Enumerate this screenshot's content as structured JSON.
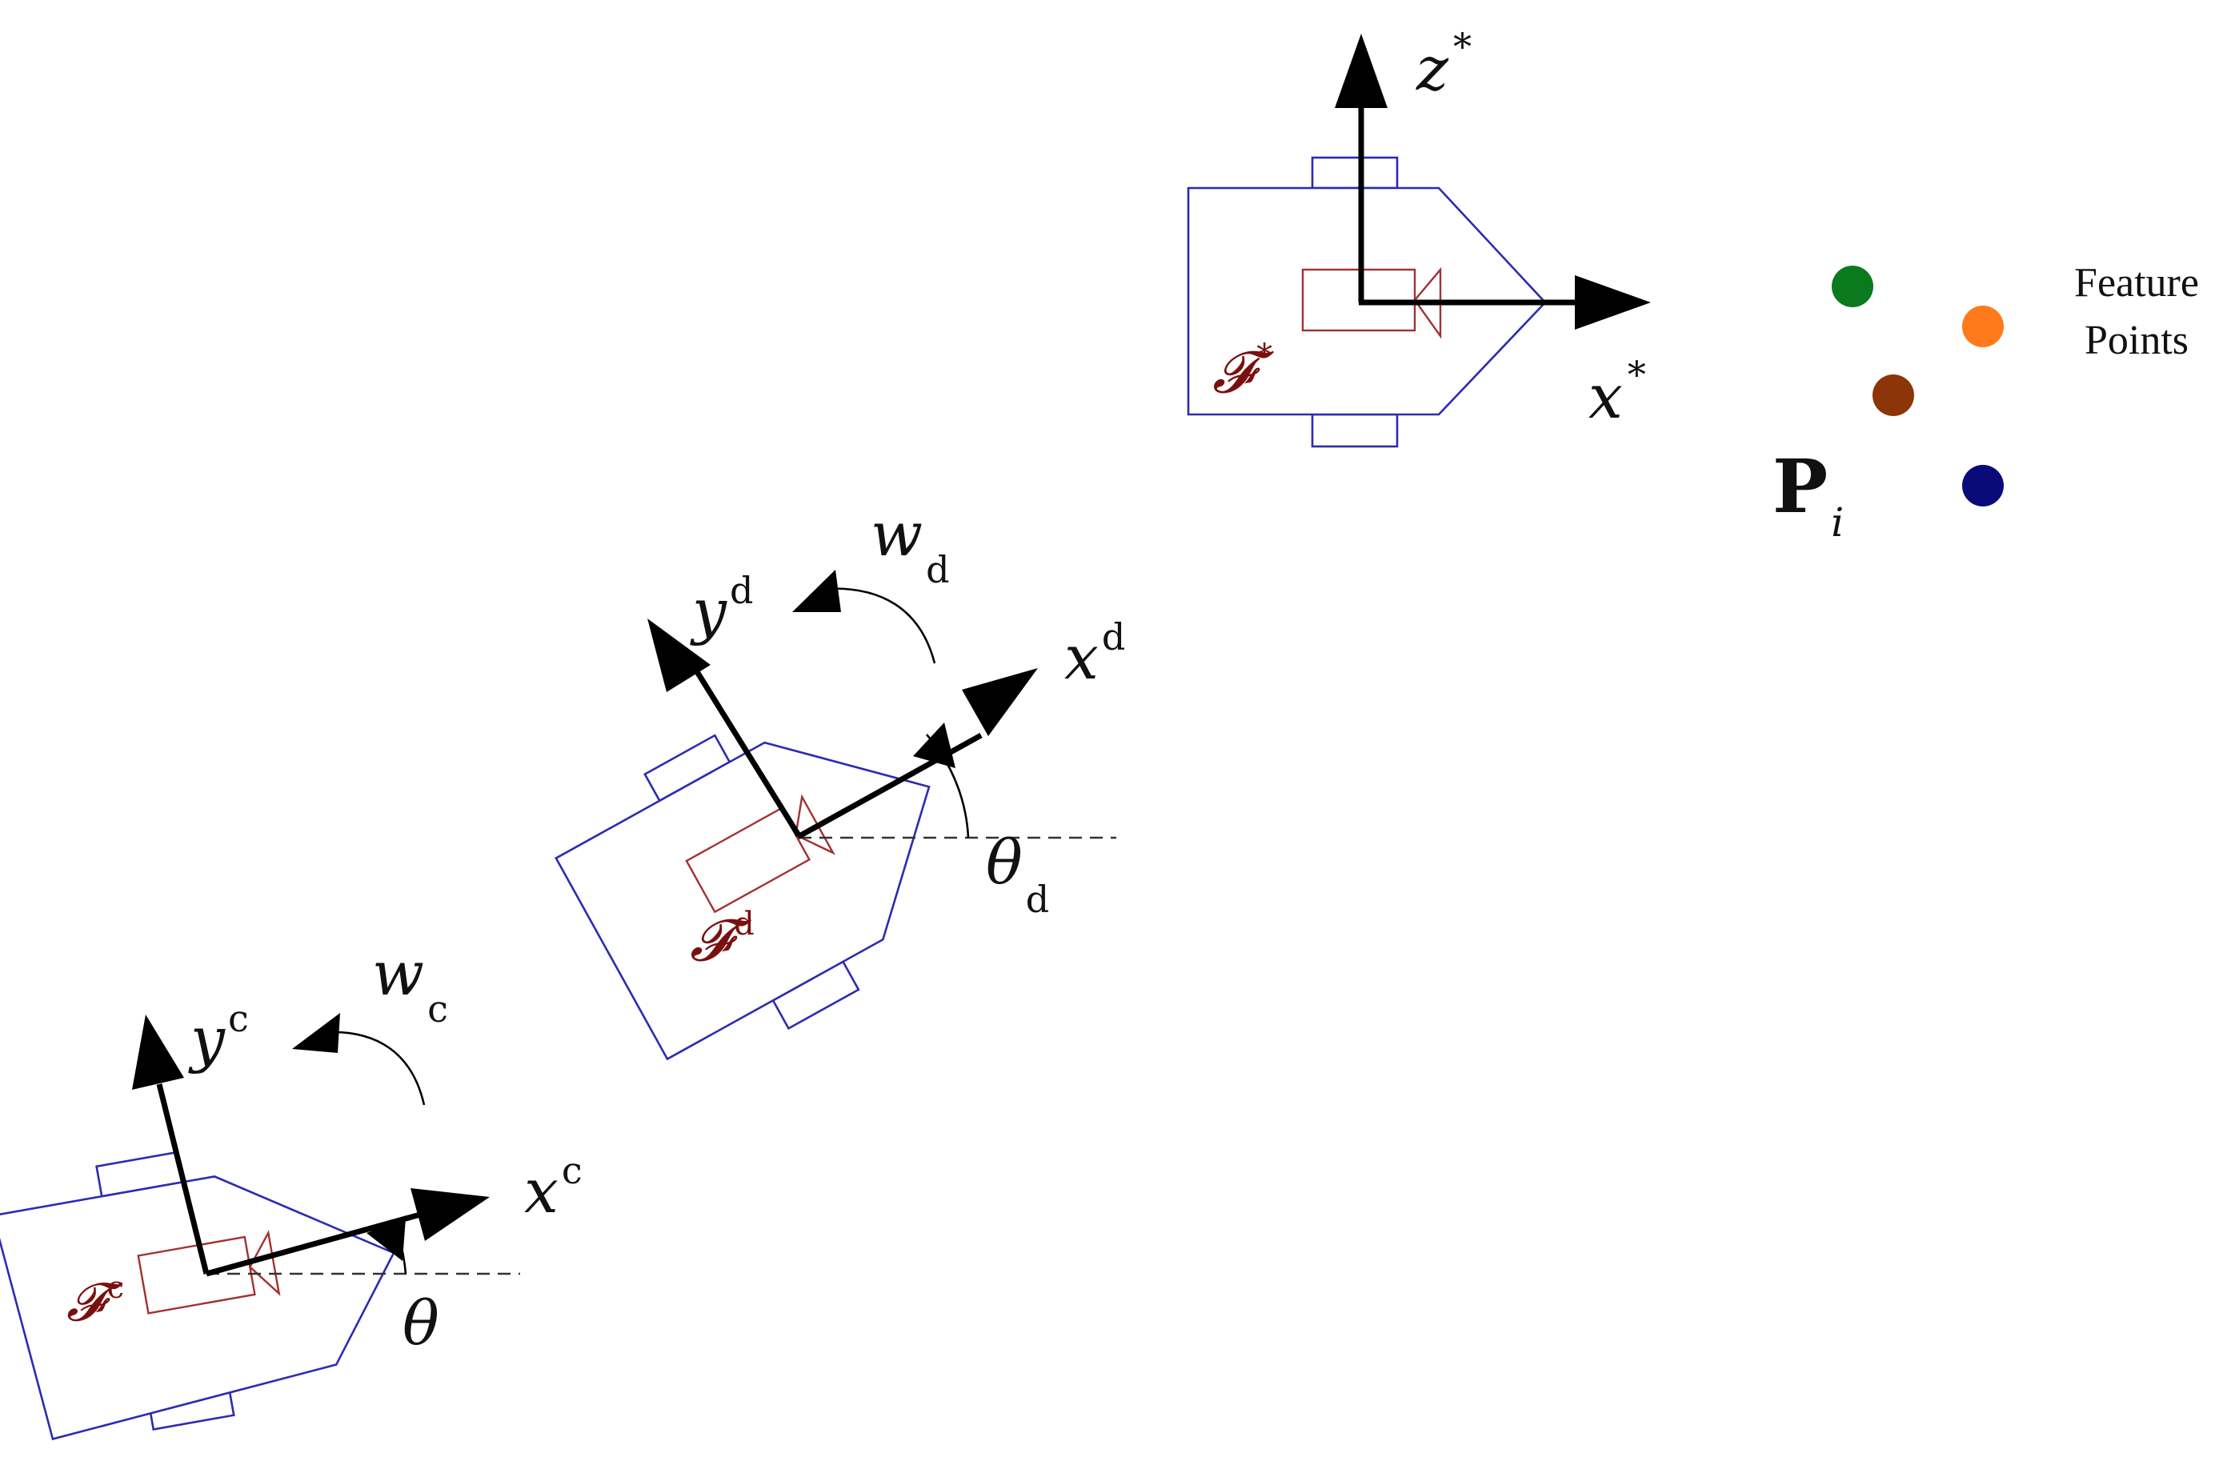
{
  "robots": {
    "star": {
      "frame_label": "𝓕",
      "frame_sup": "*",
      "axis_x": "x",
      "axis_x_sup": "*",
      "axis_z": "z",
      "axis_z_sup": "*"
    },
    "desired": {
      "frame_label": "𝓕",
      "frame_sup": "d",
      "axis_x": "x",
      "axis_x_sup": "d",
      "axis_y": "y",
      "axis_y_sup": "d",
      "omega": "w",
      "omega_sub": "d",
      "angle": "θ",
      "angle_sub": "d"
    },
    "current": {
      "frame_label": "𝓕",
      "frame_sup": "c",
      "axis_x": "x",
      "axis_x_sup": "c",
      "axis_y": "y",
      "axis_y_sup": "c",
      "omega": "w",
      "omega_sub": "c",
      "angle": "θ"
    }
  },
  "legend": {
    "line1": "Feature",
    "line2": "Points",
    "symbol": "P",
    "symbol_sub": "i",
    "points": [
      {
        "name": "green",
        "color": "#0b7a1e"
      },
      {
        "name": "orange",
        "color": "#ff7a1a"
      },
      {
        "name": "brown",
        "color": "#8b3508"
      },
      {
        "name": "navy",
        "color": "#0a0a7a"
      }
    ]
  }
}
